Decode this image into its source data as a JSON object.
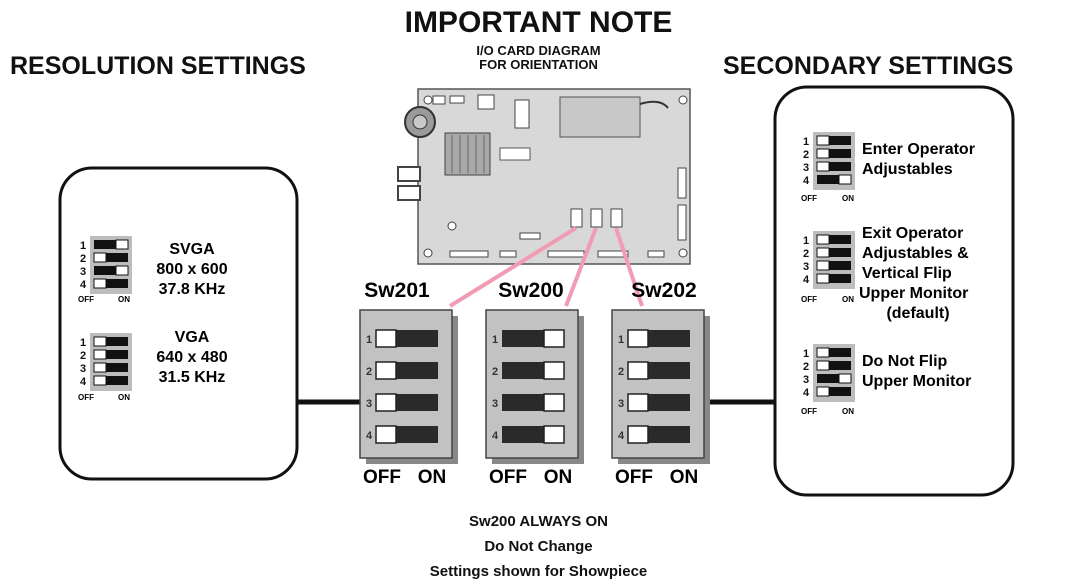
{
  "title": "IMPORTANT NOTE",
  "subtitle_lines": [
    "I/O CARD DIAGRAM",
    "FOR ORIENTATION"
  ],
  "left_panel": {
    "heading": "RESOLUTION SETTINGS",
    "off_label": "OFF",
    "on_label": "ON",
    "settings": [
      {
        "label_lines": [
          "SVGA",
          "800 x 600",
          "37.8 KHz"
        ],
        "switches": [
          true,
          false,
          true,
          false
        ]
      },
      {
        "label_lines": [
          "VGA",
          "640 x 480",
          "31.5 KHz"
        ],
        "switches": [
          false,
          false,
          false,
          false
        ]
      }
    ]
  },
  "right_panel": {
    "heading": "SECONDARY SETTINGS",
    "off_label": "OFF",
    "on_label": "ON",
    "settings": [
      {
        "label_lines": [
          "Enter Operator",
          "Adjustables"
        ],
        "switches": [
          false,
          false,
          false,
          true
        ]
      },
      {
        "label_lines": [
          "Exit Operator",
          "Adjustables &",
          "Vertical Flip",
          "Upper Monitor",
          "(default)"
        ],
        "switches": [
          false,
          false,
          false,
          false
        ]
      },
      {
        "label_lines": [
          "Do Not  Flip",
          "Upper Monitor"
        ],
        "switches": [
          false,
          false,
          true,
          false
        ]
      }
    ]
  },
  "switch_blocks": [
    {
      "name": "Sw201",
      "off_label": "OFF",
      "on_label": "ON",
      "switches": [
        false,
        false,
        false,
        false
      ]
    },
    {
      "name": "Sw200",
      "off_label": "OFF",
      "on_label": "ON",
      "switches": [
        true,
        true,
        true,
        true
      ]
    },
    {
      "name": "Sw202",
      "off_label": "OFF",
      "on_label": "ON",
      "switches": [
        false,
        false,
        false,
        false
      ]
    }
  ],
  "footer_lines": [
    "Sw200 ALWAYS ON",
    "Do Not Change",
    "Settings shown for Showpiece"
  ],
  "colors": {
    "ink": "#111111",
    "block_gray": "#c2c2c2",
    "pointer_pink": "#f29bb4",
    "board_gray": "#d8d8d8"
  }
}
